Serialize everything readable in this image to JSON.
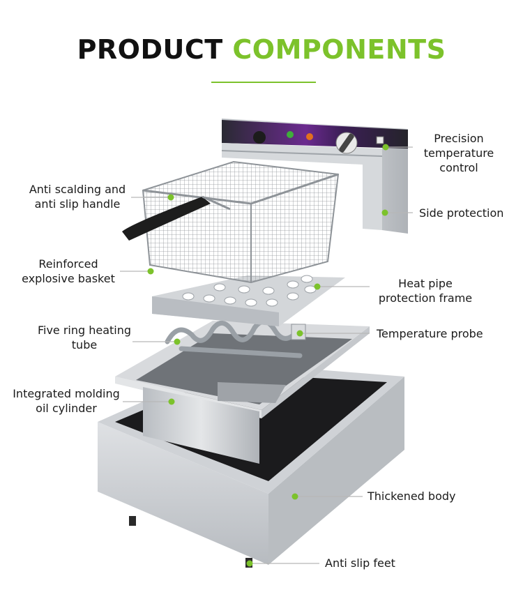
{
  "title": {
    "word1": "PRODUCT",
    "word2": "COMPONENTS"
  },
  "colors": {
    "accent": "#7cc22b",
    "text": "#1a1a1a",
    "steel": "#c9ccd0",
    "panel": "#3a1f4d"
  },
  "labels": {
    "precision_temp_control": {
      "line1": "Precision",
      "line2": "temperature",
      "line3": "control"
    },
    "side_protection": {
      "line1": "Side protection"
    },
    "anti_scalding_handle": {
      "line1": "Anti scalding and",
      "line2": "anti slip handle"
    },
    "reinforced_basket": {
      "line1": "Reinforced",
      "line2": "explosive basket"
    },
    "heat_pipe_frame": {
      "line1": "Heat pipe",
      "line2": "protection frame"
    },
    "five_ring_tube": {
      "line1": "Five ring heating",
      "line2": "tube"
    },
    "temperature_probe": {
      "line1": "Temperature probe"
    },
    "oil_cylinder": {
      "line1": "Integrated molding",
      "line2": "oil cylinder"
    },
    "thickened_body": {
      "line1": "Thickened body"
    },
    "anti_slip_feet": {
      "line1": "Anti slip feet"
    }
  }
}
